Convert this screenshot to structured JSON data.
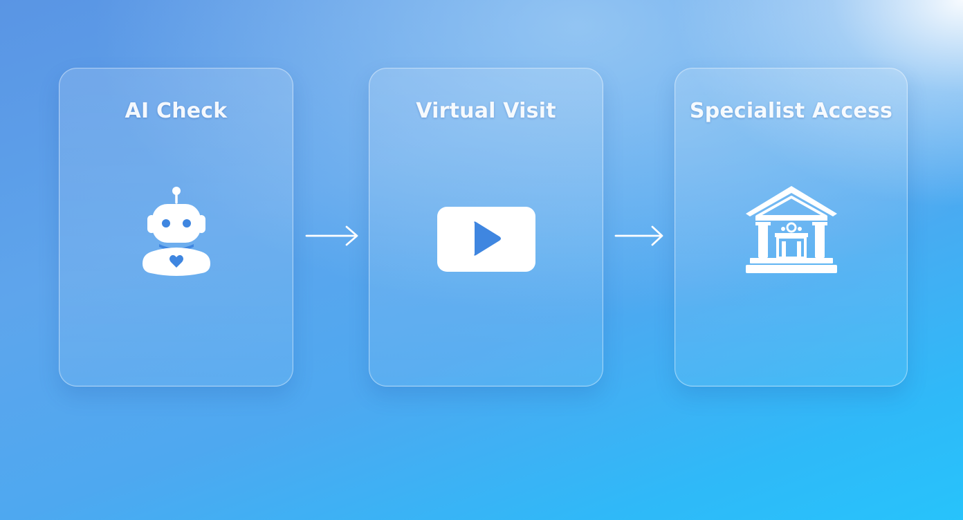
{
  "steps": [
    {
      "title": "AI Check",
      "icon": "robot-icon"
    },
    {
      "title": "Virtual Visit",
      "icon": "video-play-icon"
    },
    {
      "title": "Specialist Access",
      "icon": "institution-building-icon"
    }
  ],
  "connectors": [
    "arrow-right-icon",
    "arrow-right-icon"
  ],
  "colors": {
    "background_start": "#5a95e4",
    "background_end": "#27c3fb",
    "card_text": "#ffffff",
    "icon_fill": "#ffffff",
    "icon_accent": "#3f86e0"
  }
}
